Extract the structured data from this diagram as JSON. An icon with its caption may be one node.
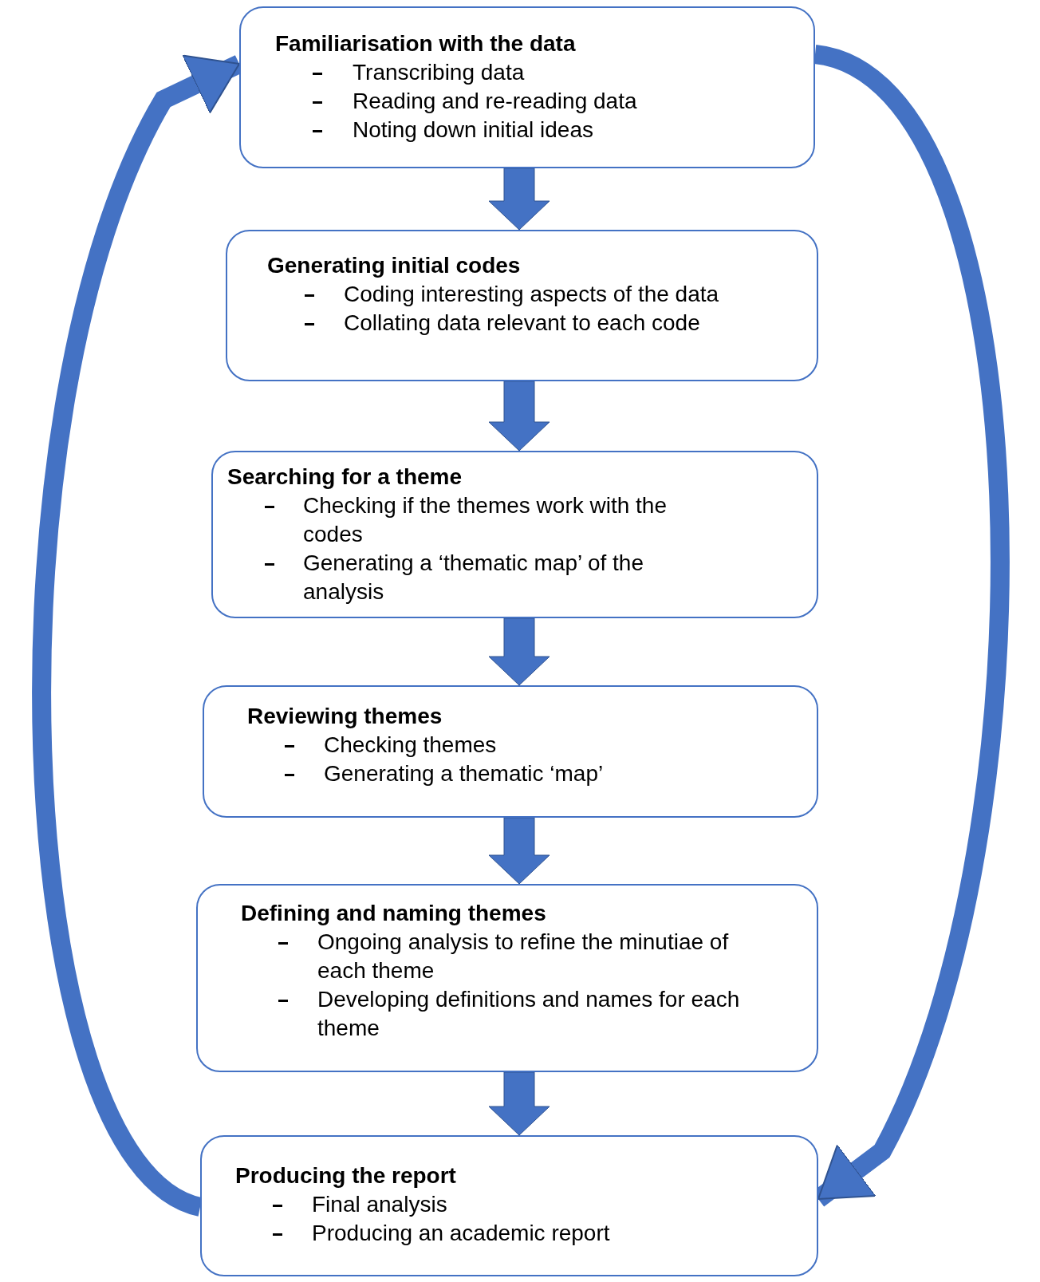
{
  "diagram": {
    "nodes": [
      {
        "text": [
          "Familiarisation with the data",
          "Transcribing data",
          "Reading and re-reading data",
          "Noting down initial ideas"
        ]
      },
      {
        "text": [
          "Generating initial codes",
          "Coding interesting aspects of the data",
          "Collating data relevant to each code"
        ]
      },
      {
        "text": [
          "Searching for a theme",
          "Checking if the themes work with the codes",
          "Generating a ‘thematic map’ of the analysis"
        ]
      },
      {
        "text": [
          "Reviewing themes",
          "Checking themes",
          "Generating a thematic ‘map’"
        ]
      },
      {
        "text": [
          "Defining and naming themes",
          "Ongoing analysis to refine the minutiae of each theme",
          "Developing definitions and names for each theme"
        ]
      },
      {
        "text": [
          "Producing the report",
          "Final analysis",
          "Producing an academic report"
        ]
      }
    ],
    "edges": [
      {
        "from": 0,
        "to": 1,
        "arrow": "to"
      },
      {
        "from": 1,
        "to": 2,
        "arrow": "to"
      },
      {
        "from": 2,
        "to": 3,
        "arrow": "to"
      },
      {
        "from": 3,
        "to": 4,
        "arrow": "to"
      },
      {
        "from": 4,
        "to": 5,
        "arrow": "to"
      },
      {
        "from": 5,
        "to": 0,
        "arrow": "to"
      },
      {
        "from": 0,
        "to": 5,
        "arrow": "to"
      }
    ]
  }
}
